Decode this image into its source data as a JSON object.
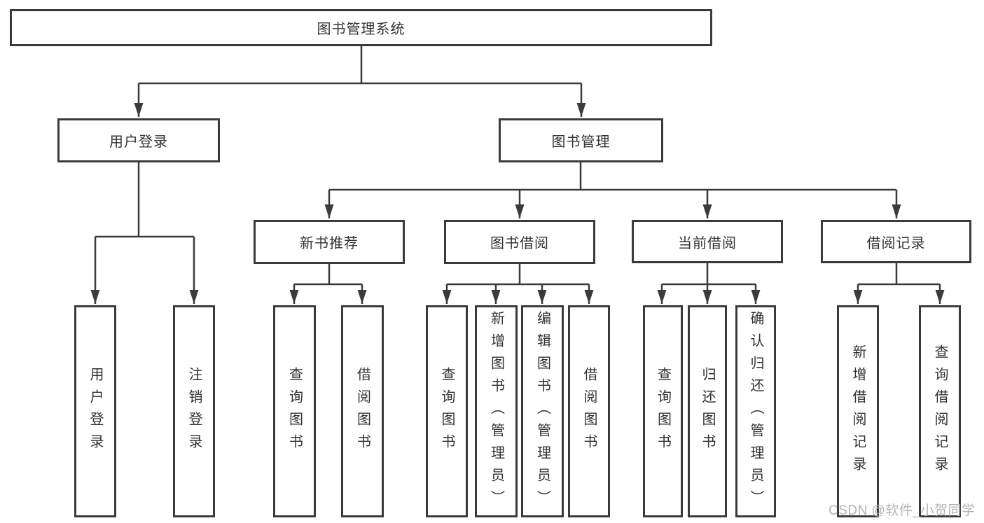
{
  "diagram": {
    "root": "图书管理系统",
    "level2": [
      {
        "label": "用户登录",
        "leaves": [
          "用户登录",
          "注销登录"
        ]
      },
      {
        "label": "图书管理",
        "groups": [
          {
            "label": "新书推荐",
            "leaves": [
              "查询图书",
              "借阅图书"
            ]
          },
          {
            "label": "图书借阅",
            "leaves": [
              "查询图书",
              "新增图书（管理员）",
              "编辑图书（管理员）",
              "借阅图书"
            ]
          },
          {
            "label": "当前借阅",
            "leaves": [
              "查询图书",
              "归还图书",
              "确认归还（管理员）"
            ]
          },
          {
            "label": "借阅记录",
            "leaves": [
              "新增借阅记录",
              "查询借阅记录"
            ]
          }
        ]
      }
    ]
  },
  "watermark": "CSDN @软件_小贺同学",
  "colors": {
    "line": "#3b3b3b",
    "text": "#333333",
    "watermark": "#b3b3b3"
  }
}
